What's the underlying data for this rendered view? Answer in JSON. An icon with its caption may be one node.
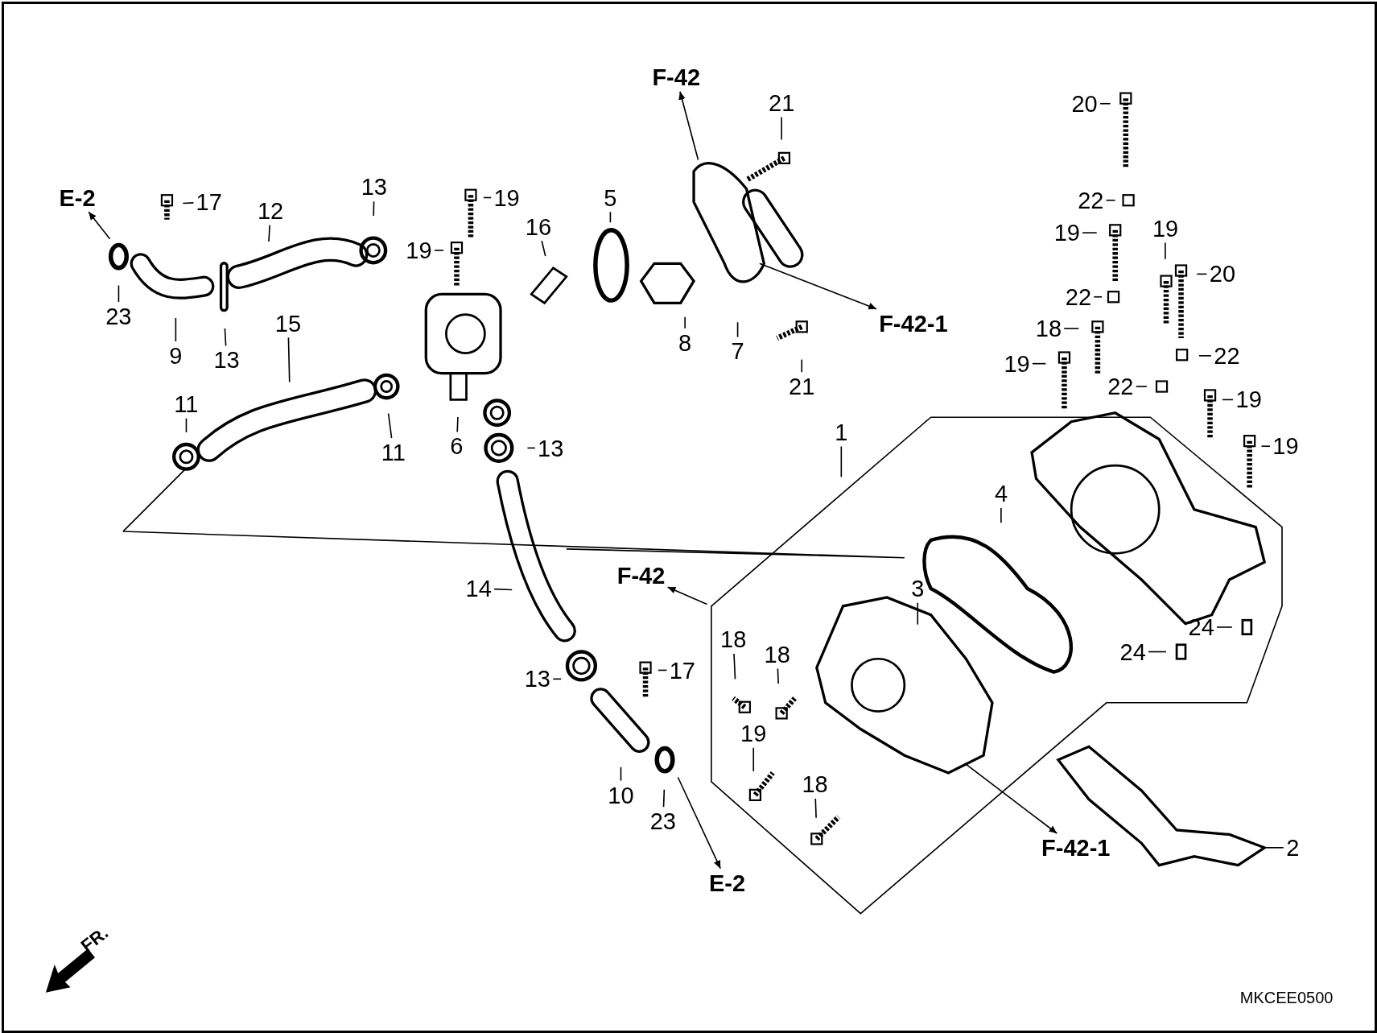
{
  "diagram": {
    "nodes": [
      {
        "text": [
          "E-2"
        ]
      },
      {
        "text": [
          "17"
        ]
      },
      {
        "text": [
          "12"
        ]
      },
      {
        "text": [
          "13"
        ]
      },
      {
        "text": [
          "19"
        ]
      },
      {
        "text": [
          "19"
        ]
      },
      {
        "text": [
          "16"
        ]
      },
      {
        "text": [
          "5"
        ]
      },
      {
        "text": [
          "F-42"
        ]
      },
      {
        "text": [
          "21"
        ]
      },
      {
        "text": [
          "F-42-1"
        ]
      },
      {
        "text": [
          "23"
        ]
      },
      {
        "text": [
          "9"
        ]
      },
      {
        "text": [
          "13"
        ]
      },
      {
        "text": [
          "15"
        ]
      },
      {
        "text": [
          "8"
        ]
      },
      {
        "text": [
          "7"
        ]
      },
      {
        "text": [
          "21"
        ]
      },
      {
        "text": [
          "11"
        ]
      },
      {
        "text": [
          "11"
        ]
      },
      {
        "text": [
          "6"
        ]
      },
      {
        "text": [
          "13"
        ]
      },
      {
        "text": [
          "1"
        ]
      },
      {
        "text": [
          "4"
        ]
      },
      {
        "text": [
          "F-42"
        ]
      },
      {
        "text": [
          "14"
        ]
      },
      {
        "text": [
          "3"
        ]
      },
      {
        "text": [
          "18"
        ]
      },
      {
        "text": [
          "18"
        ]
      },
      {
        "text": [
          "13"
        ]
      },
      {
        "text": [
          "17"
        ]
      },
      {
        "text": [
          "19"
        ]
      },
      {
        "text": [
          "10"
        ]
      },
      {
        "text": [
          "23"
        ]
      },
      {
        "text": [
          "18"
        ]
      },
      {
        "text": [
          "E-2"
        ]
      },
      {
        "text": [
          "F-42-1"
        ]
      },
      {
        "text": [
          "2"
        ]
      },
      {
        "text": [
          "20"
        ]
      },
      {
        "text": [
          "22"
        ]
      },
      {
        "text": [
          "19"
        ]
      },
      {
        "text": [
          "19"
        ]
      },
      {
        "text": [
          "20"
        ]
      },
      {
        "text": [
          "22"
        ]
      },
      {
        "text": [
          "18"
        ]
      },
      {
        "text": [
          "19"
        ]
      },
      {
        "text": [
          "22"
        ]
      },
      {
        "text": [
          "22"
        ]
      },
      {
        "text": [
          "19"
        ]
      },
      {
        "text": [
          "19"
        ]
      },
      {
        "text": [
          "24"
        ]
      },
      {
        "text": [
          "24"
        ]
      }
    ],
    "edges": [
      {
        "from": null,
        "to": 0,
        "arrow": "to"
      },
      {
        "from": 1,
        "to": null,
        "arrow": "none"
      },
      {
        "from": 2,
        "to": null,
        "arrow": "none"
      },
      {
        "from": 3,
        "to": null,
        "arrow": "none"
      },
      {
        "from": 4,
        "to": null,
        "arrow": "none"
      },
      {
        "from": 5,
        "to": null,
        "arrow": "none"
      },
      {
        "from": 6,
        "to": null,
        "arrow": "none"
      },
      {
        "from": 7,
        "to": null,
        "arrow": "none"
      },
      {
        "from": null,
        "to": 8,
        "arrow": "to"
      },
      {
        "from": 9,
        "to": null,
        "arrow": "none"
      },
      {
        "from": null,
        "to": 10,
        "arrow": "to"
      },
      {
        "from": 11,
        "to": null,
        "arrow": "none"
      },
      {
        "from": 12,
        "to": null,
        "arrow": "none"
      },
      {
        "from": 13,
        "to": null,
        "arrow": "none"
      },
      {
        "from": 14,
        "to": null,
        "arrow": "none"
      },
      {
        "from": 15,
        "to": null,
        "arrow": "none"
      },
      {
        "from": 16,
        "to": null,
        "arrow": "none"
      },
      {
        "from": 17,
        "to": null,
        "arrow": "none"
      },
      {
        "from": 18,
        "to": null,
        "arrow": "none"
      },
      {
        "from": 19,
        "to": null,
        "arrow": "none"
      },
      {
        "from": 20,
        "to": null,
        "arrow": "none"
      },
      {
        "from": 21,
        "to": null,
        "arrow": "none"
      },
      {
        "from": 22,
        "to": null,
        "arrow": "none"
      },
      {
        "from": 23,
        "to": null,
        "arrow": "none"
      },
      {
        "from": null,
        "to": 24,
        "arrow": "to"
      },
      {
        "from": 25,
        "to": null,
        "arrow": "none"
      },
      {
        "from": 26,
        "to": null,
        "arrow": "none"
      },
      {
        "from": 27,
        "to": null,
        "arrow": "none"
      },
      {
        "from": 28,
        "to": null,
        "arrow": "none"
      },
      {
        "from": 29,
        "to": null,
        "arrow": "none"
      },
      {
        "from": 30,
        "to": null,
        "arrow": "none"
      },
      {
        "from": 31,
        "to": null,
        "arrow": "none"
      },
      {
        "from": 32,
        "to": null,
        "arrow": "none"
      },
      {
        "from": 33,
        "to": null,
        "arrow": "none"
      },
      {
        "from": 34,
        "to": null,
        "arrow": "none"
      },
      {
        "from": null,
        "to": 35,
        "arrow": "to"
      },
      {
        "from": null,
        "to": 36,
        "arrow": "to"
      },
      {
        "from": 37,
        "to": null,
        "arrow": "none"
      },
      {
        "from": 38,
        "to": null,
        "arrow": "none"
      },
      {
        "from": 39,
        "to": null,
        "arrow": "none"
      },
      {
        "from": 40,
        "to": null,
        "arrow": "none"
      },
      {
        "from": 41,
        "to": null,
        "arrow": "none"
      },
      {
        "from": 42,
        "to": null,
        "arrow": "none"
      },
      {
        "from": 43,
        "to": null,
        "arrow": "none"
      },
      {
        "from": 44,
        "to": null,
        "arrow": "none"
      },
      {
        "from": 45,
        "to": null,
        "arrow": "none"
      },
      {
        "from": 46,
        "to": null,
        "arrow": "none"
      },
      {
        "from": 47,
        "to": null,
        "arrow": "none"
      },
      {
        "from": 48,
        "to": null,
        "arrow": "none"
      },
      {
        "from": 49,
        "to": null,
        "arrow": "none"
      },
      {
        "from": 50,
        "to": null,
        "arrow": "none"
      },
      {
        "from": 51,
        "to": null,
        "arrow": "none"
      }
    ],
    "labels": [
      "FR.",
      "MKCEE0500"
    ]
  }
}
